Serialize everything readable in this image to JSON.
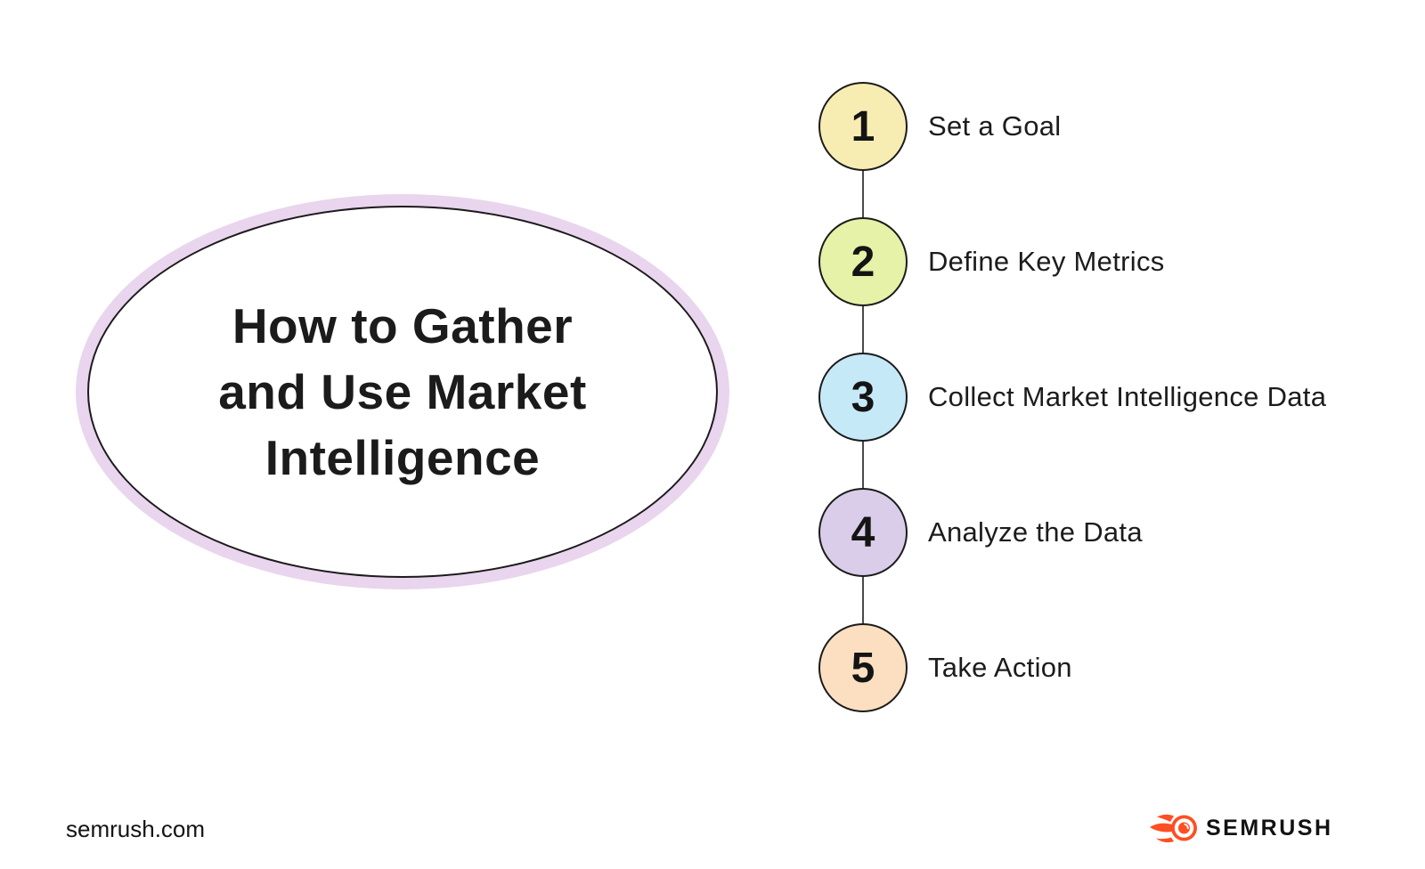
{
  "title": {
    "lines": [
      "How to Gather",
      "and Use Market",
      "Intelligence"
    ]
  },
  "steps": [
    {
      "number": "1",
      "label": "Set a Goal",
      "color": "#F7ECB2"
    },
    {
      "number": "2",
      "label": "Define Key Metrics",
      "color": "#E5F2A7"
    },
    {
      "number": "3",
      "label": "Collect Market Intelligence Data",
      "color": "#C6E9F8"
    },
    {
      "number": "4",
      "label": "Analyze the Data",
      "color": "#DACDE9"
    },
    {
      "number": "5",
      "label": "Take Action",
      "color": "#FBDFC0"
    }
  ],
  "footer": {
    "website": "semrush.com",
    "brand": "SEMRUSH"
  },
  "icons": {
    "brand_logo": "semrush-flame-icon"
  },
  "colors": {
    "ellipse_ring": "#E9D5ED",
    "accent_orange": "#FF4E22",
    "outline": "#1b1b1b",
    "connector": "#4a4a4a",
    "text": "#1c1c1c"
  }
}
